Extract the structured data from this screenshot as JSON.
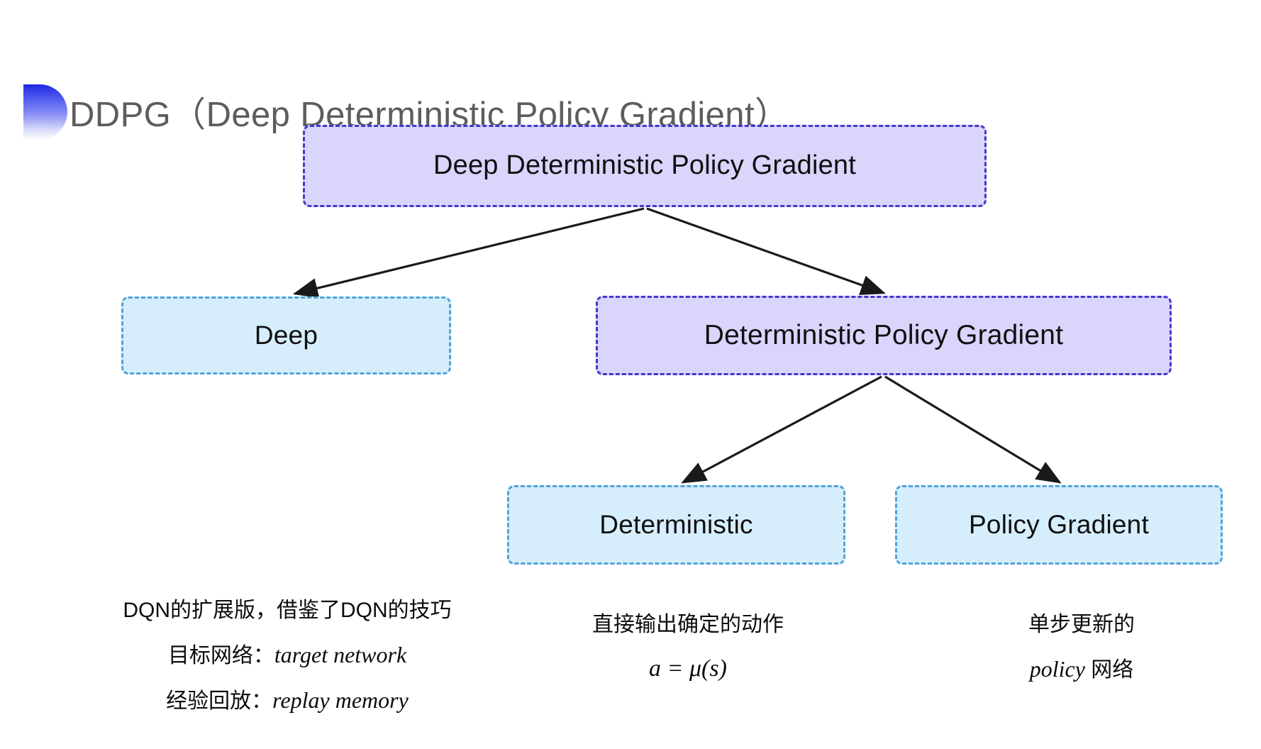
{
  "slide": {
    "title": "DDPG（Deep Deterministic Policy Gradient）",
    "background_color": "#ffffff",
    "bullet_icon": "gradient-halfcircle-icon",
    "title_color": "#5d5d5d"
  },
  "palette": {
    "purple_fill": "#d9d5fb",
    "purple_border": "#4338ca",
    "blue_fill": "#d6eefb",
    "blue_border": "#4fa3d9",
    "arrow_color": "#1a1a1a"
  },
  "diagram": {
    "type": "tree",
    "nodes": [
      {
        "id": "root",
        "label": "Deep Deterministic Policy Gradient",
        "style": "purple"
      },
      {
        "id": "deep",
        "label": "Deep",
        "style": "blue"
      },
      {
        "id": "dpg",
        "label": "Deterministic Policy Gradient",
        "style": "purple"
      },
      {
        "id": "det",
        "label": "Deterministic",
        "style": "blue"
      },
      {
        "id": "pg",
        "label": "Policy Gradient",
        "style": "blue"
      }
    ],
    "edges": [
      {
        "from": "root",
        "to": "deep"
      },
      {
        "from": "root",
        "to": "dpg"
      },
      {
        "from": "dpg",
        "to": "det"
      },
      {
        "from": "dpg",
        "to": "pg"
      }
    ]
  },
  "captions": {
    "deep": {
      "line1": "DQN的扩展版，借鉴了DQN的技巧",
      "line2_label": "目标网络：",
      "line2_term": "target network",
      "line3_label": "经验回放：",
      "line3_term": "replay memory"
    },
    "deterministic": {
      "line1": "直接输出确定的动作",
      "formula": "a = μ(s)"
    },
    "policy_gradient": {
      "line1": "单步更新的",
      "line2_term": "policy",
      "line2_suffix": " 网络"
    }
  }
}
